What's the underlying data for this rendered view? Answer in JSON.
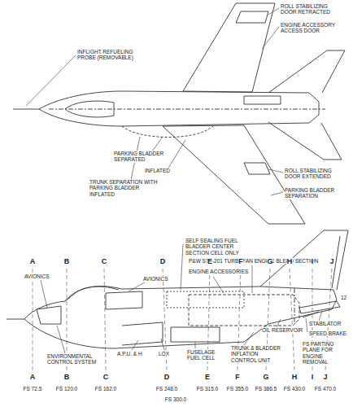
{
  "diagram": {
    "labels": [
      "INFLIGHT REFUELING PROBE (REMOVABLE)",
      "ROLL STABILIZING DOOR RETRACTED",
      "ENGINE ACCESSORY ACCESS DOOR",
      "PARKING BLADDER SEPARATED",
      "INFLATED",
      "TRUNK SEPARATION WITH PARKING BLADDER INFLATED",
      "ROLL STABILIZING DOOR EXTENDED",
      "PARKING BLADDER SEPARATION",
      "SELF SEALING FUEL BLADDER CENTER SECTION CELL ONLY",
      "P&W STF-201 TURBOFAN ENGINE BLEED SECTION",
      "ENGINE ACCESSORIES",
      "AVIONICS",
      "AVIONICS",
      "ENVIRONMENTAL CONTROL SYSTEM",
      "A.P.U. & H",
      "LOX",
      "FUSELAGE FUEL CELL",
      "TRUNK & BLADDER INFLATION CONTROL UNIT",
      "OIL RESERVOIR",
      "STABILATOR",
      "SPEED BRAKE",
      "FS PARTING PLANE FOR ENGINE REMOVAL",
      "12",
      "A",
      "B",
      "C",
      "D",
      "E",
      "F",
      "G",
      "H",
      "I",
      "J",
      "A",
      "B",
      "C",
      "D",
      "E",
      "F",
      "G",
      "H",
      "I",
      "J",
      "FS 72.5",
      "FS 120.0",
      "FS 162.0",
      "FS 248.0",
      "FS 315.0",
      "FS 355.0",
      "FS 386.5",
      "FS 430.0",
      "FS 470.0",
      "FS 300.0"
    ]
  }
}
